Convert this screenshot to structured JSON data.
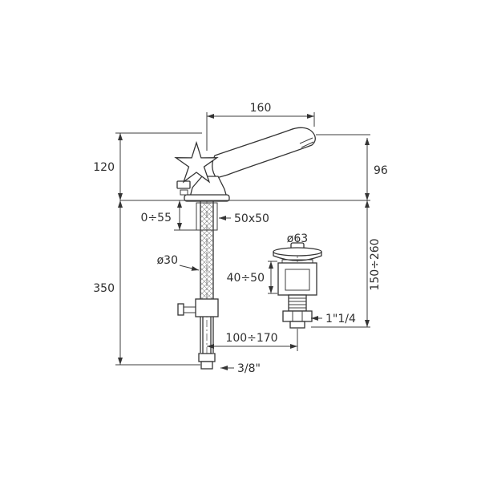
{
  "drawing": {
    "type": "technical-dimension-drawing",
    "subject": "single-lever basin mixer faucet with pop-up drain",
    "line_color": "#343434",
    "text_color": "#2f2f2f",
    "dimensions": {
      "spout_reach": "160",
      "body_height": "120",
      "spout_drop": "96",
      "deck_thickness": "0÷55",
      "base_section": "50x50",
      "pipe_diameter": "ø30",
      "total_height": "350",
      "drain_flange_diameter": "ø63",
      "drain_height_range": "150÷260",
      "drain_body_height": "40÷50",
      "drain_thread": "1\"1/4",
      "hose_span": "100÷170",
      "supply_thread": "3/8\""
    }
  }
}
